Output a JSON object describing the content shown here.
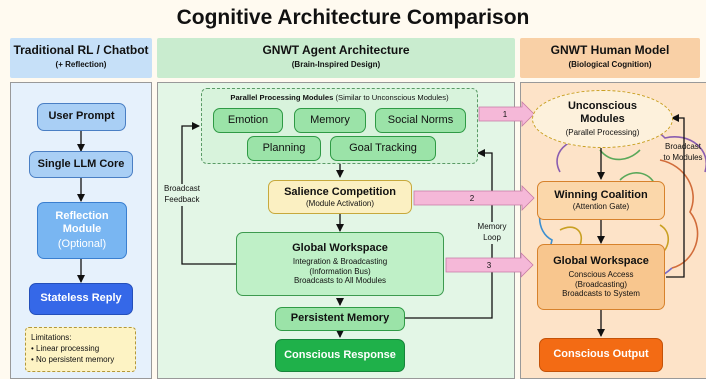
{
  "title": "Cognitive Architecture Comparison",
  "columns": {
    "left": {
      "title": "Traditional RL / Chatbot",
      "subtitle": "(+ Reflection)"
    },
    "middle": {
      "title": "GNWT Agent Architecture",
      "subtitle": "(Brain-Inspired Design)"
    },
    "right": {
      "title": "GNWT Human Model",
      "subtitle": "(Biological Cognition)"
    }
  },
  "left": {
    "user_prompt": "User Prompt",
    "llm_core": "Single LLM Core",
    "reflection_title": "Reflection Module",
    "reflection_optional": "(Optional)",
    "stateless_reply": "Stateless Reply",
    "limitations": {
      "heading": "Limitations:",
      "items": [
        "• Linear processing",
        "• No persistent memory"
      ]
    }
  },
  "middle": {
    "modules_heading": "Parallel Processing Modules",
    "modules_note": "(Similar to Unconscious Modules)",
    "modules": [
      "Emotion",
      "Memory",
      "Social Norms",
      "Planning",
      "Goal Tracking"
    ],
    "salience_title": "Salience Competition",
    "salience_sub": "(Module Activation)",
    "workspace_title": "Global Workspace",
    "workspace_lines": [
      "Integration & Broadcasting",
      "(Information Bus)",
      "Broadcasts to All Modules"
    ],
    "persistent_memory": "Persistent Memory",
    "conscious_response": "Conscious Response",
    "broadcast_feedback": [
      "Broadcast",
      "Feedback"
    ],
    "memory_loop": [
      "Memory",
      "Loop"
    ]
  },
  "right": {
    "unconscious_title": "Unconscious Modules",
    "unconscious_sub": "(Parallel Processing)",
    "coalition_title": "Winning Coalition",
    "coalition_sub": "(Attention Gate)",
    "workspace_title": "Global Workspace",
    "workspace_lines": [
      "Conscious Access",
      "(Broadcasting)",
      "Broadcasts to System"
    ],
    "conscious_output": "Conscious Output",
    "broadcast_to_modules": [
      "Broadcast",
      "to Modules"
    ]
  },
  "links": [
    "1",
    "2",
    "3"
  ],
  "colors": {
    "left_panel": "#e6f1fc",
    "middle_panel": "#e3f6e6",
    "right_panel": "#fde3c8",
    "left_header": "#c6e0f8",
    "middle_header": "#c9eccf",
    "right_header": "#f9d0a6",
    "stateless_reply": "#3568e8",
    "conscious_response": "#1fb14a",
    "conscious_output": "#f36b14",
    "link_arrow": "#f5b8d8"
  }
}
